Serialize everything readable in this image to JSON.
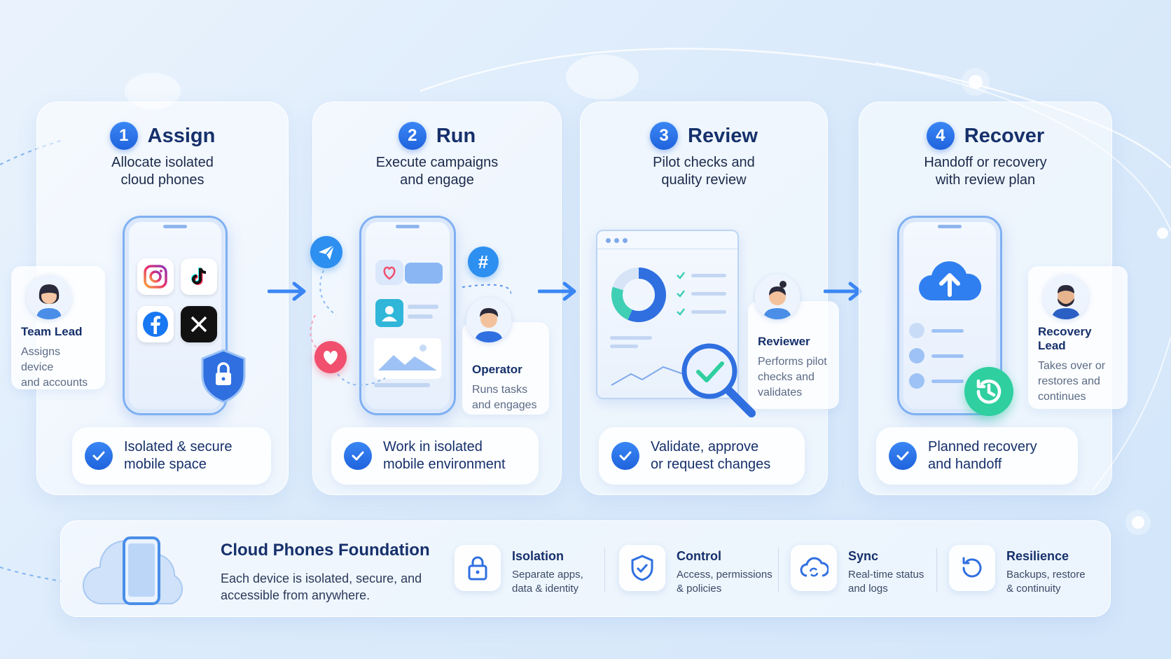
{
  "steps": [
    {
      "number": "1",
      "title": "Assign",
      "subtitle": [
        "Allocate isolated",
        "cloud phones"
      ],
      "person": {
        "name": "Team Lead",
        "desc": [
          "Assigns device",
          "and accounts"
        ]
      },
      "check": [
        "Isolated & secure",
        "mobile space"
      ]
    },
    {
      "number": "2",
      "title": "Run",
      "subtitle": [
        "Execute campaigns",
        "and engage"
      ],
      "person": {
        "name": "Operator",
        "desc": [
          "Runs tasks",
          "and engages"
        ]
      },
      "check": [
        "Work in isolated",
        "mobile environment"
      ]
    },
    {
      "number": "3",
      "title": "Review",
      "subtitle": [
        "Pilot checks and",
        "quality review"
      ],
      "person": {
        "name": "Reviewer",
        "desc": [
          "Performs pilot",
          "checks and",
          "validates"
        ]
      },
      "check": [
        "Validate, approve",
        "or request changes"
      ]
    },
    {
      "number": "4",
      "title": "Recover",
      "subtitle": [
        "Handoff or recovery",
        "with review plan"
      ],
      "person": {
        "name": "Recovery Lead",
        "desc": [
          "Takes over or",
          "restores and",
          "continues"
        ]
      },
      "check": [
        "Planned recovery",
        "and handoff"
      ]
    }
  ],
  "foundation": {
    "title": "Cloud Phones Foundation",
    "desc": [
      "Each device is isolated, secure, and",
      "accessible from anywhere."
    ],
    "features": [
      {
        "name": "Isolation",
        "sub": [
          "Separate apps,",
          "data & identity"
        ],
        "icon": "lock-icon"
      },
      {
        "name": "Control",
        "sub": [
          "Access, permissions",
          "& policies"
        ],
        "icon": "shield-check-icon"
      },
      {
        "name": "Sync",
        "sub": [
          "Real-time status",
          "and logs"
        ],
        "icon": "cloud-sync-icon"
      },
      {
        "name": "Resilience",
        "sub": [
          "Backups, restore",
          "& continuity"
        ],
        "icon": "restore-icon"
      }
    ]
  },
  "apps": {
    "hashtag": "#"
  },
  "colors": {
    "accent": "#2a74e8",
    "title": "#16306b",
    "teal": "#2fcf9f",
    "pink": "#f0506e"
  }
}
